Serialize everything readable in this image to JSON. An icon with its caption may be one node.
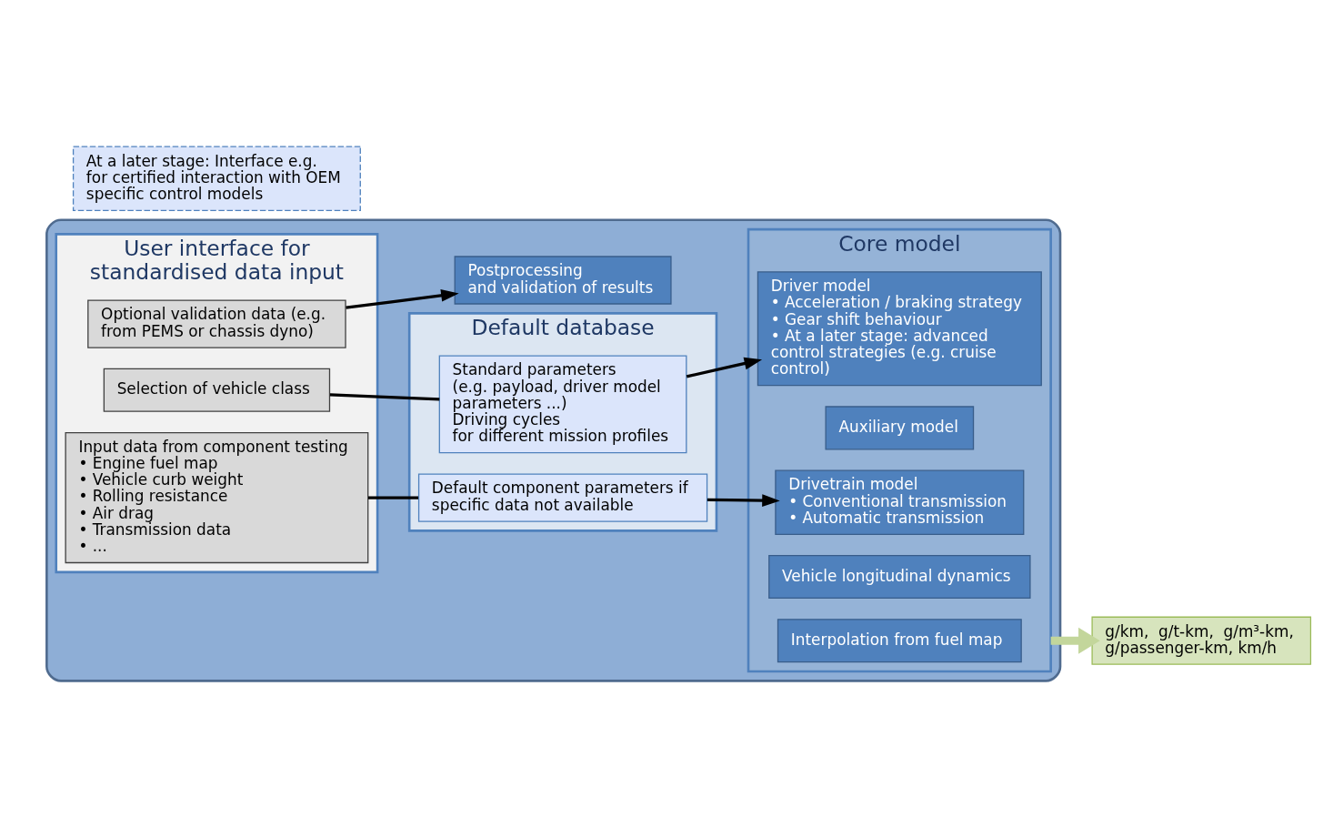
{
  "diagram": {
    "nodes": [
      {
        "text": [],
        "shape": "box"
      },
      {
        "text": [
          "User interface for standardised data input"
        ],
        "in": 0
      },
      {
        "text": [
          "Selection of vehicle class"
        ],
        "in": 1
      },
      {
        "text": [
          "Input data from component testing",
          "• Engine fuel map",
          "• Vehicle curb weight",
          "• Rolling resistance",
          "• Air drag",
          "• Transmission data",
          "• ..."
        ],
        "in": 1
      },
      {
        "text": [
          "Optional validation data (e.g. from PEMS or chassis dyno)"
        ],
        "in": 1
      },
      {
        "text": [
          "Default database"
        ],
        "in": 0
      },
      {
        "text": [
          "Standard parameters",
          "(e.g. payload, driver model parameters ...)",
          "Driving cycles",
          "for different mission profiles"
        ],
        "in": 5
      },
      {
        "text": [
          "Default component parameters if specific data not available"
        ],
        "in": 5
      },
      {
        "text": [
          "Core model"
        ],
        "in": 0
      },
      {
        "text": [
          "Driver model",
          "• Acceleration / braking strategy",
          "• Gear shift behaviour",
          "• At a later stage: advanced control strategies (e.g. cruise control)"
        ],
        "in": 8
      },
      {
        "text": [
          "Auxiliary model"
        ],
        "in": 8
      },
      {
        "text": [
          "Drivetrain model",
          "• Conventional transmission",
          "• Automatic transmission"
        ],
        "in": 8
      },
      {
        "text": [
          "Vehicle longitudinal dynamics"
        ],
        "in": 8
      },
      {
        "text": [
          "Interpolation from fuel map"
        ],
        "in": 8
      },
      {
        "text": [
          "Postprocessing",
          "and validation of results"
        ],
        "in": 0
      },
      {
        "text": [
          "g/km,  g/t-km,  g/m³-km, g/passenger-km, km/h"
        ]
      },
      {
        "text": [
          "At a later stage: Interface e.g. for certified interaction with OEM specific control models"
        ]
      }
    ],
    "edges": [
      {
        "from": 2,
        "to": 6,
        "arrow": "none"
      },
      {
        "from": 6,
        "to": 9,
        "arrow": "to"
      },
      {
        "from": 3,
        "to": 7,
        "arrow": "none"
      },
      {
        "from": 7,
        "to": 11,
        "arrow": "to"
      },
      {
        "from": 4,
        "to": 14,
        "arrow": "to"
      },
      {
        "from": 8,
        "to": 15,
        "arrow": "to",
        "style": "thick",
        "color": "#c3d69b"
      }
    ]
  }
}
